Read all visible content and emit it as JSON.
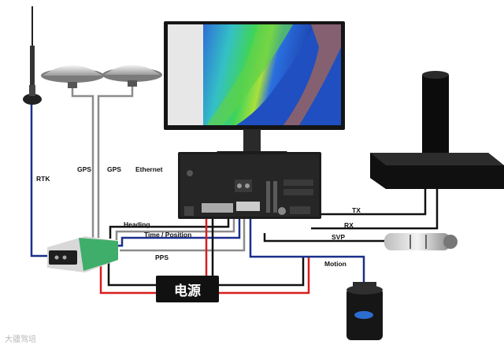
{
  "labels": {
    "rtk": "RTK",
    "gps1": "GPS",
    "gps2": "GPS",
    "ethernet": "Ethernet",
    "heading": "Heading",
    "time_position": "Time / Position",
    "pps": "PPS",
    "tx": "TX",
    "rx": "RX",
    "svp": "SVP",
    "motion": "Motion",
    "power": "电源"
  },
  "watermark": "大疆驾培",
  "colors": {
    "wire_gray": "#8c8c8c",
    "wire_blue": "#1a2f8c",
    "wire_red": "#d81d1d",
    "wire_black": "#111111",
    "receiver_green": "#3fae6a",
    "screen_blue": "#1f4fc0"
  }
}
